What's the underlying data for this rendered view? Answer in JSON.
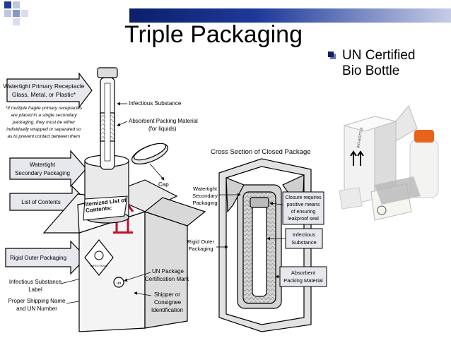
{
  "slide": {
    "title": "Triple Packaging",
    "bullet_lines": [
      "UN Certified",
      "Bio Bottle"
    ]
  },
  "diagram": {
    "left_callouts": {
      "primary_line1": "Watertight Primary Receptacle",
      "primary_line2": "Glass, Metal, or Plastic*",
      "footnote": [
        "*If multiple fragile primary receptacles",
        "are placed in a single secondary",
        "packaging, they must be either",
        "individually wrapped or separated so",
        "as to prevent contact between them"
      ],
      "secondary_line1": "Watertight",
      "secondary_line2": "Secondary Packaging",
      "list_of_contents": "List of Contents",
      "rigid_outer": "Rigid Outer Packaging",
      "infectious_label_line1": "Infectious Substance",
      "infectious_label_line2": "Label",
      "shipping_name_line1": "Proper Shipping Name",
      "shipping_name_line2": "and UN Number"
    },
    "center_labels": {
      "infectious_substance": "Infectious Substance",
      "absorbent_line1": "Absorbent Packing Material",
      "absorbent_line2": "(for liquids)",
      "cap": "Cap",
      "un_mark_line1": "UN Package",
      "un_mark_line2": "Certification Mark",
      "shipper_line1": "Shipper or",
      "shipper_line2": "Consignee",
      "shipper_line3": "Identification",
      "itemized_line1": "Itemized List of",
      "itemized_line2": "Contents:"
    },
    "cross_section": {
      "title": "Cross Section of Closed Package",
      "secondary_line1": "Watertight",
      "secondary_line2": "Secondary",
      "secondary_line3": "Packaging",
      "rigid_line1": "Rigid Outer",
      "rigid_line2": "Packaging",
      "closure": [
        "Closure requires",
        "positive means",
        "of ensuring",
        "leakproof seal"
      ],
      "infectious_line1": "Infectious",
      "infectious_line2": "Substance",
      "absorbent_line1": "Absorbent",
      "absorbent_line2": "Packing Material"
    }
  },
  "colors": {
    "accent_dark": "#0b1f6b",
    "callout_fill": "#e6e8ee",
    "hazard_red": "#c0102a",
    "bottle_cap": "#e8641b"
  }
}
